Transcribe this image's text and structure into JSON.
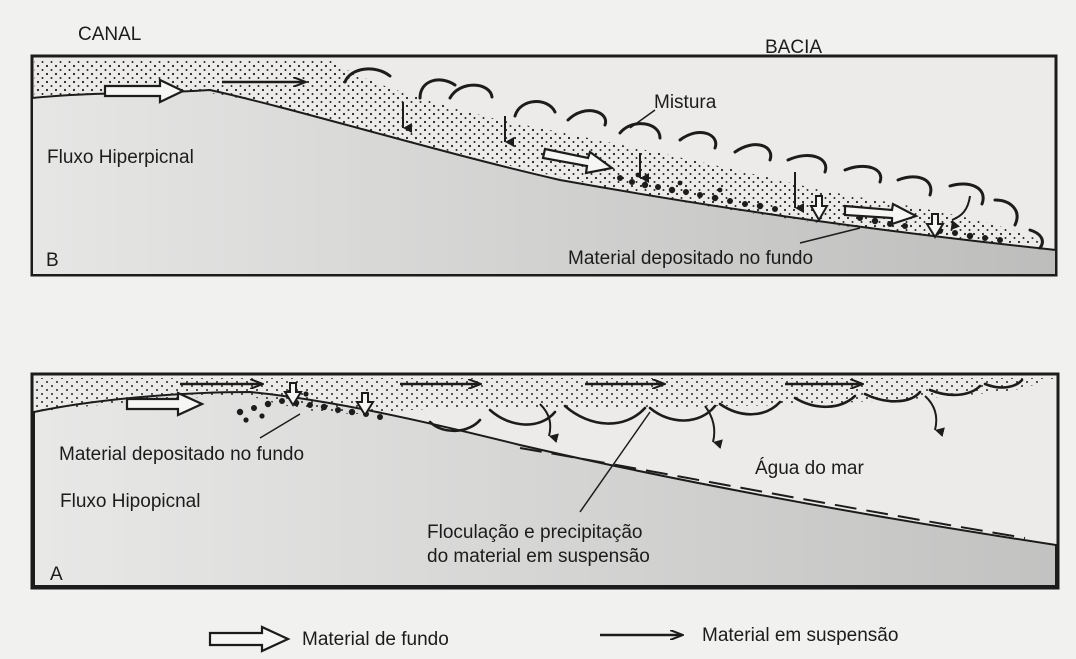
{
  "header": {
    "left_label": "CANAL",
    "right_label": "BACIA"
  },
  "panel_b": {
    "letter": "B",
    "flow_label": "Fluxo Hiperpicnal",
    "mixing_label": "Mistura",
    "deposit_label": "Material depositado no fundo"
  },
  "panel_a": {
    "letter": "A",
    "flow_label": "Fluxo Hipopicnal",
    "deposit_label": "Material depositado no fundo",
    "water_label": "Água do mar",
    "flocculation_line1": "Floculação e precipitação",
    "flocculation_line2": "do material em suspensão"
  },
  "legend": {
    "bottom_material_label": "Material de fundo",
    "suspended_material_label": "Material em suspensão"
  },
  "colors": {
    "background": "#f1f1ef",
    "panel_fill": "#ecebea",
    "basin_fill": "#c9c9c8",
    "ink": "#1c1c1c"
  }
}
